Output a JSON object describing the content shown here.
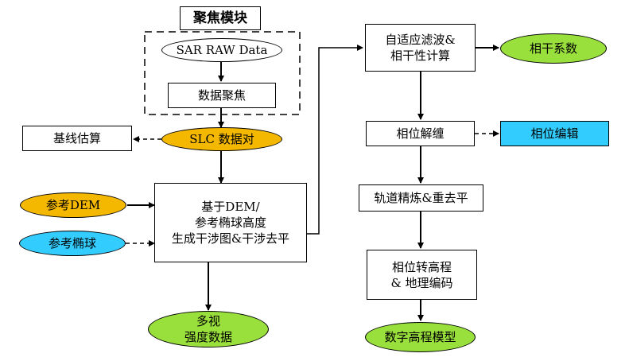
{
  "focus_module": {
    "title": "聚焦模块"
  },
  "nodes": {
    "sar_raw": "SAR RAW Data",
    "data_focus": "数据聚焦",
    "slc_pair": "SLC 数据对",
    "baseline": "基线估算",
    "ref_dem": "参考DEM",
    "ref_ellipsoid": "参考椭球",
    "interferogram": "基于DEM/\n参考椭球高度\n生成干涉图&干涉去平",
    "multilook": "多视\n强度数据",
    "adaptive_filter": "自适应滤波&\n相干性计算",
    "coherence": "相干系数",
    "unwrap": "相位解缠",
    "phase_edit": "相位编辑",
    "orbit_refine": "轨道精炼&重去平",
    "phase_to_height": "相位转高程\n& 地理编码",
    "dem_output": "数字高程模型"
  },
  "colors": {
    "orange": "#F5B800",
    "green": "#99E03C",
    "cyan": "#33CCFF",
    "white": "#FFFFFF"
  }
}
